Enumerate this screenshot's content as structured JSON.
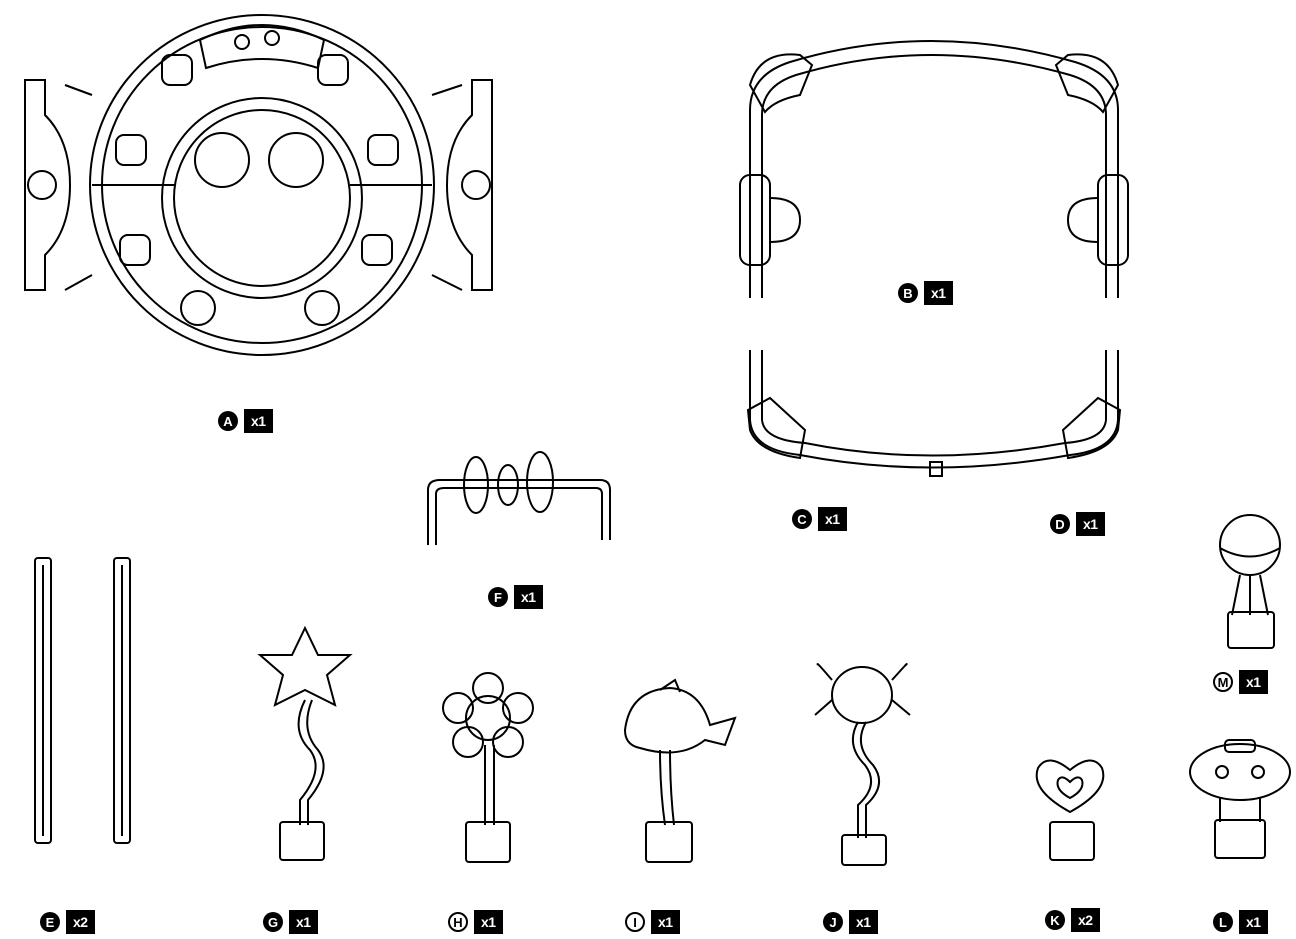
{
  "parts": [
    {
      "id": "A",
      "letter": "A",
      "qty": "x1",
      "icon": "seat-ring-icon"
    },
    {
      "id": "B",
      "letter": "B",
      "qty": "x1",
      "icon": "upper-frame-icon"
    },
    {
      "id": "C",
      "letter": "C",
      "qty": "x1",
      "icon": "lower-frame-icon"
    },
    {
      "id": "D",
      "letter": "D",
      "qty": "x1",
      "icon": "lower-frame-icon"
    },
    {
      "id": "E",
      "letter": "E",
      "qty": "x2",
      "icon": "support-leg-icon"
    },
    {
      "id": "F",
      "letter": "F",
      "qty": "x1",
      "icon": "toy-bar-icon"
    },
    {
      "id": "G",
      "letter": "G",
      "qty": "x1",
      "icon": "star-toy-icon"
    },
    {
      "id": "H",
      "letter": "H",
      "qty": "x1",
      "icon": "flower-toy-icon"
    },
    {
      "id": "I",
      "letter": "I",
      "qty": "x1",
      "icon": "dolphin-toy-icon"
    },
    {
      "id": "J",
      "letter": "J",
      "qty": "x1",
      "icon": "crab-toy-icon"
    },
    {
      "id": "K",
      "letter": "K",
      "qty": "x2",
      "icon": "heart-toy-icon"
    },
    {
      "id": "L",
      "letter": "L",
      "qty": "x1",
      "icon": "robot-toy-icon"
    },
    {
      "id": "M",
      "letter": "M",
      "qty": "x1",
      "icon": "globe-toy-icon"
    }
  ]
}
